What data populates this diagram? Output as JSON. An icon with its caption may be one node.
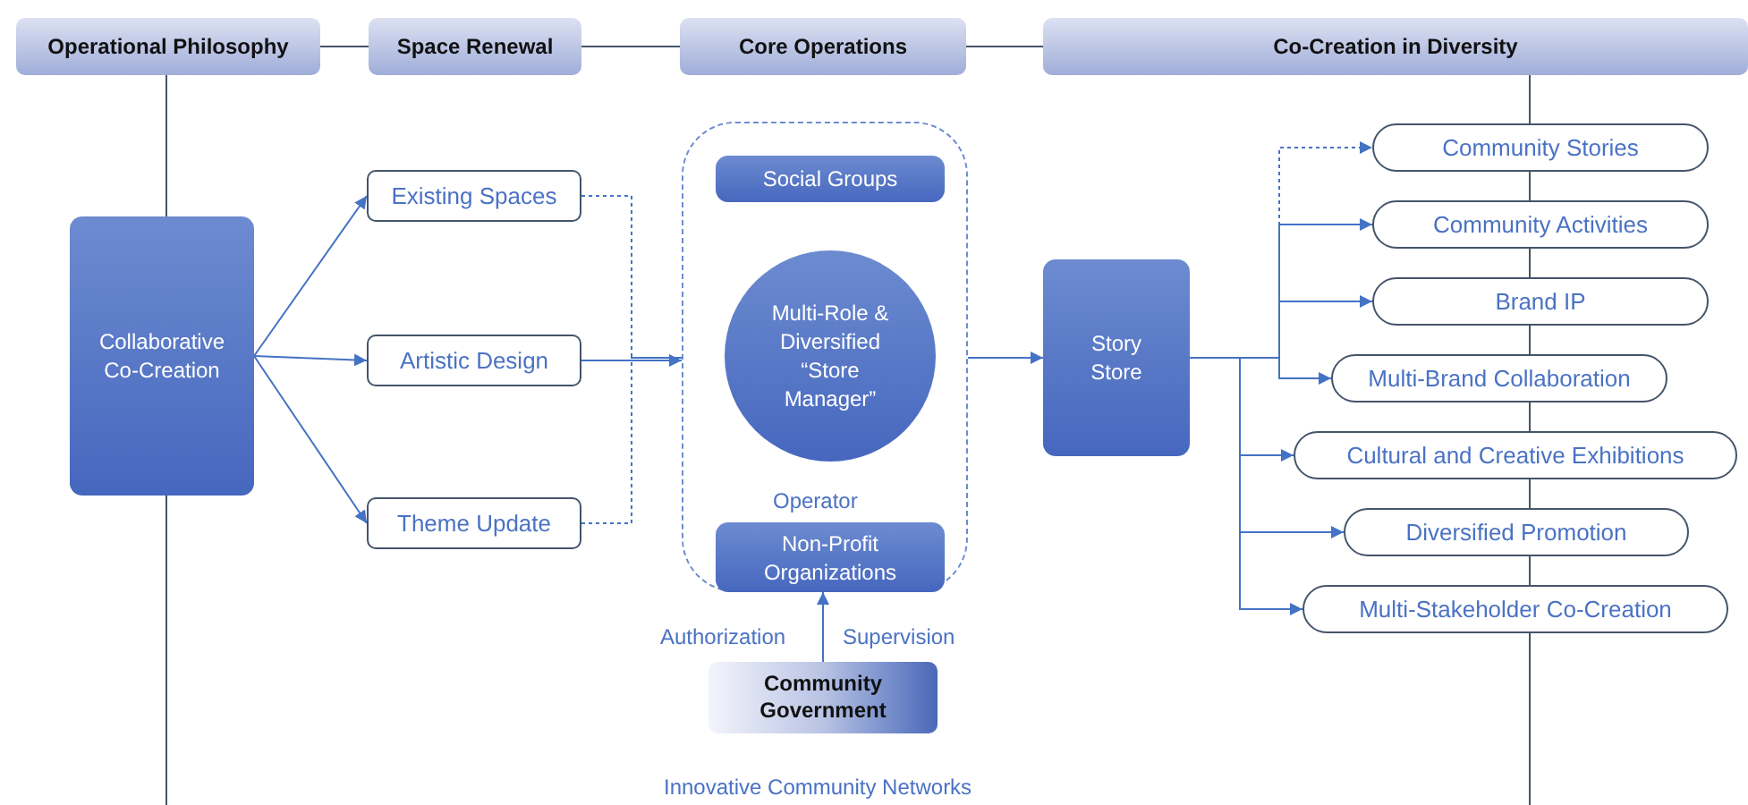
{
  "diagram": {
    "nodes": [
      {
        "text": [
          "Operational Philosophy"
        ]
      },
      {
        "text": [
          "Space Renewal"
        ]
      },
      {
        "text": [
          "Core Operations"
        ]
      },
      {
        "text": [
          "Co-Creation in Diversity"
        ]
      },
      {
        "text": [
          "Collaborative Co-Creation"
        ]
      },
      {
        "text": [
          "Existing Spaces"
        ]
      },
      {
        "text": [
          "Artistic Design"
        ]
      },
      {
        "text": [
          "Theme Update"
        ]
      },
      {
        "text": [],
        "shape": "box"
      },
      {
        "text": [
          "Social Groups"
        ],
        "in": 8
      },
      {
        "text": [
          "Multi-Role & Diversified “Store Manager”"
        ],
        "in": 8
      },
      {
        "text": [
          "Non-Profit Organizations"
        ],
        "in": 8
      },
      {
        "text": [
          "Community Government"
        ]
      },
      {
        "text": [
          "Story Store"
        ]
      },
      {
        "text": [
          "Community Stories"
        ]
      },
      {
        "text": [
          "Community Activities"
        ]
      },
      {
        "text": [
          "Brand IP"
        ]
      },
      {
        "text": [
          "Multi-Brand Collaboration"
        ]
      },
      {
        "text": [
          "Cultural and Creative Exhibitions"
        ]
      },
      {
        "text": [
          "Diversified Promotion"
        ]
      },
      {
        "text": [
          "Multi-Stakeholder Co-Creation"
        ]
      }
    ],
    "edges": [
      {
        "from": 0,
        "to": 1,
        "arrow": "none",
        "color": "#44546a"
      },
      {
        "from": 1,
        "to": 2,
        "arrow": "none",
        "color": "#44546a"
      },
      {
        "from": 2,
        "to": 3,
        "arrow": "none",
        "color": "#44546a"
      },
      {
        "from": 0,
        "to": 4,
        "arrow": "none",
        "color": "#44546a"
      },
      {
        "from": 4,
        "to": null,
        "arrow": "none",
        "color": "#44546a"
      },
      {
        "from": 4,
        "to": 5,
        "arrow": "to"
      },
      {
        "from": 4,
        "to": 6,
        "arrow": "to"
      },
      {
        "from": 4,
        "to": 7,
        "arrow": "to"
      },
      {
        "from": 5,
        "to": 8,
        "arrow": "none",
        "style": "dashed"
      },
      {
        "from": 6,
        "to": 8,
        "arrow": "to"
      },
      {
        "from": 7,
        "to": 8,
        "arrow": "none",
        "style": "dashed"
      },
      {
        "from": 8,
        "to": 13,
        "arrow": "to"
      },
      {
        "from": 12,
        "to": 11,
        "arrow": "to"
      },
      {
        "from": 13,
        "to": 14,
        "arrow": "to",
        "style": "dashed"
      },
      {
        "from": 13,
        "to": 15,
        "arrow": "to"
      },
      {
        "from": 13,
        "to": 16,
        "arrow": "to"
      },
      {
        "from": 13,
        "to": 17,
        "arrow": "to"
      },
      {
        "from": 13,
        "to": 18,
        "arrow": "to"
      },
      {
        "from": 13,
        "to": 19,
        "arrow": "to"
      },
      {
        "from": 13,
        "to": 20,
        "arrow": "to"
      },
      {
        "from": 3,
        "to": 14,
        "arrow": "none",
        "color": "#44546a"
      },
      {
        "from": 14,
        "to": 15,
        "arrow": "none",
        "color": "#44546a"
      },
      {
        "from": 15,
        "to": 16,
        "arrow": "none",
        "color": "#44546a"
      },
      {
        "from": 16,
        "to": 17,
        "arrow": "none",
        "color": "#44546a"
      },
      {
        "from": 17,
        "to": 18,
        "arrow": "none",
        "color": "#44546a"
      },
      {
        "from": 18,
        "to": 19,
        "arrow": "none",
        "color": "#44546a"
      },
      {
        "from": 19,
        "to": 20,
        "arrow": "none",
        "color": "#44546a"
      },
      {
        "from": 20,
        "to": null,
        "arrow": "none",
        "color": "#44546a"
      }
    ],
    "labels": [
      "Operator",
      "Authorization",
      "Supervision",
      "Innovative Community Networks"
    ]
  }
}
